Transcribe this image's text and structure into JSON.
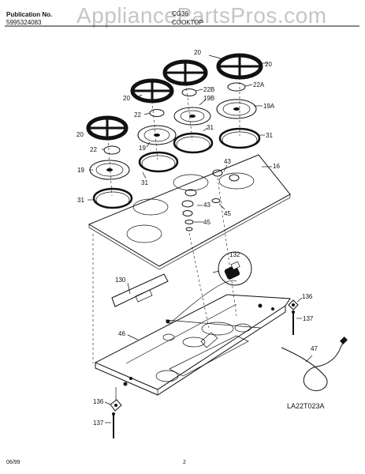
{
  "header": {
    "publication_label": "Publication No.",
    "publication_number": "5995324083",
    "model": "CG36",
    "section": "COOKTOP"
  },
  "watermark": "AppliancePartsPros.com",
  "diagram_code": "LA22T023A",
  "footer": {
    "date": "06/99",
    "page": "2"
  },
  "callouts": {
    "grate_a": "20",
    "grate_b": "20",
    "grate_c": "20",
    "grate_d": "20",
    "cap_22b": "22B",
    "cap_22a": "22A",
    "cap_22_right": "22",
    "cap_22_left": "22",
    "burner_19b": "19B",
    "burner_19a": "19A",
    "burner_19_mid": "19",
    "burner_19_left": "19",
    "ring_31_a": "31",
    "ring_31_b": "31",
    "ring_31_c": "31",
    "ring_31_d": "31",
    "knob_43_a": "43",
    "knob_43_b": "43",
    "clip_45_a": "45",
    "clip_45_b": "45",
    "top_16": "16",
    "bracket_130": "130",
    "module_132": "132",
    "clip_136_a": "136",
    "clip_136_b": "136",
    "screw_137_a": "137",
    "screw_137_b": "137",
    "cord_47": "47",
    "pan_46": "46"
  }
}
